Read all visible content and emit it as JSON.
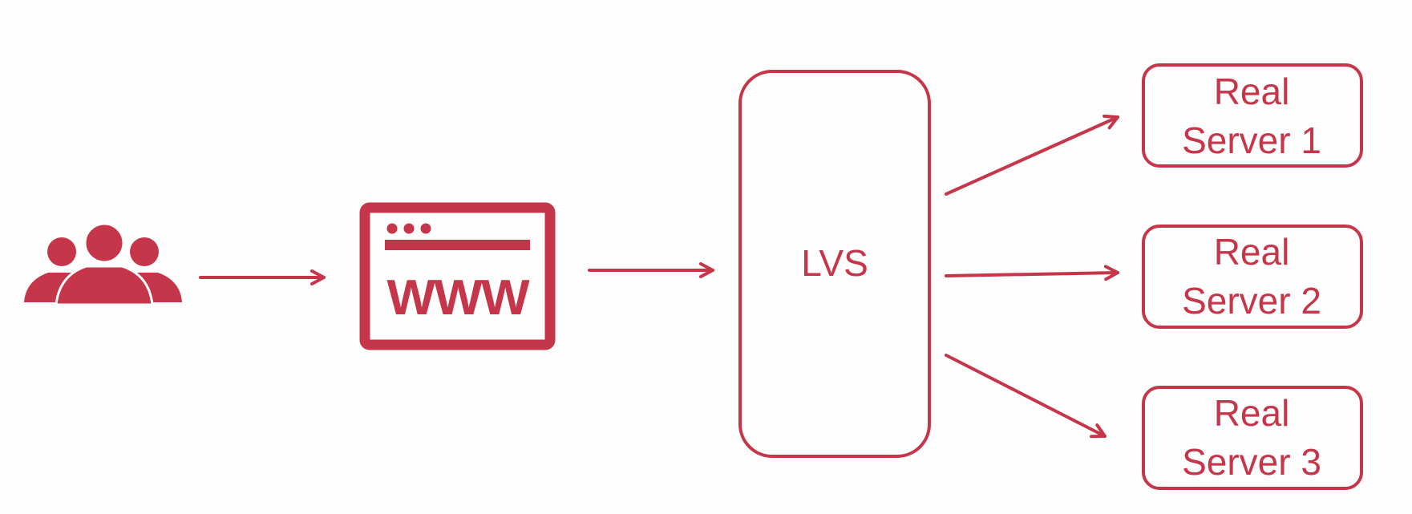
{
  "colors": {
    "accent": "#c5364a",
    "background": "#fefdfd"
  },
  "icons": {
    "users": "users-group-icon",
    "browser": "browser-window-icon"
  },
  "browser": {
    "label": "WWW"
  },
  "lvs": {
    "label": "LVS"
  },
  "servers": [
    {
      "line1": "Real",
      "line2": "Server 1"
    },
    {
      "line1": "Real",
      "line2": "Server 2"
    },
    {
      "line1": "Real",
      "line2": "Server 3"
    }
  ]
}
